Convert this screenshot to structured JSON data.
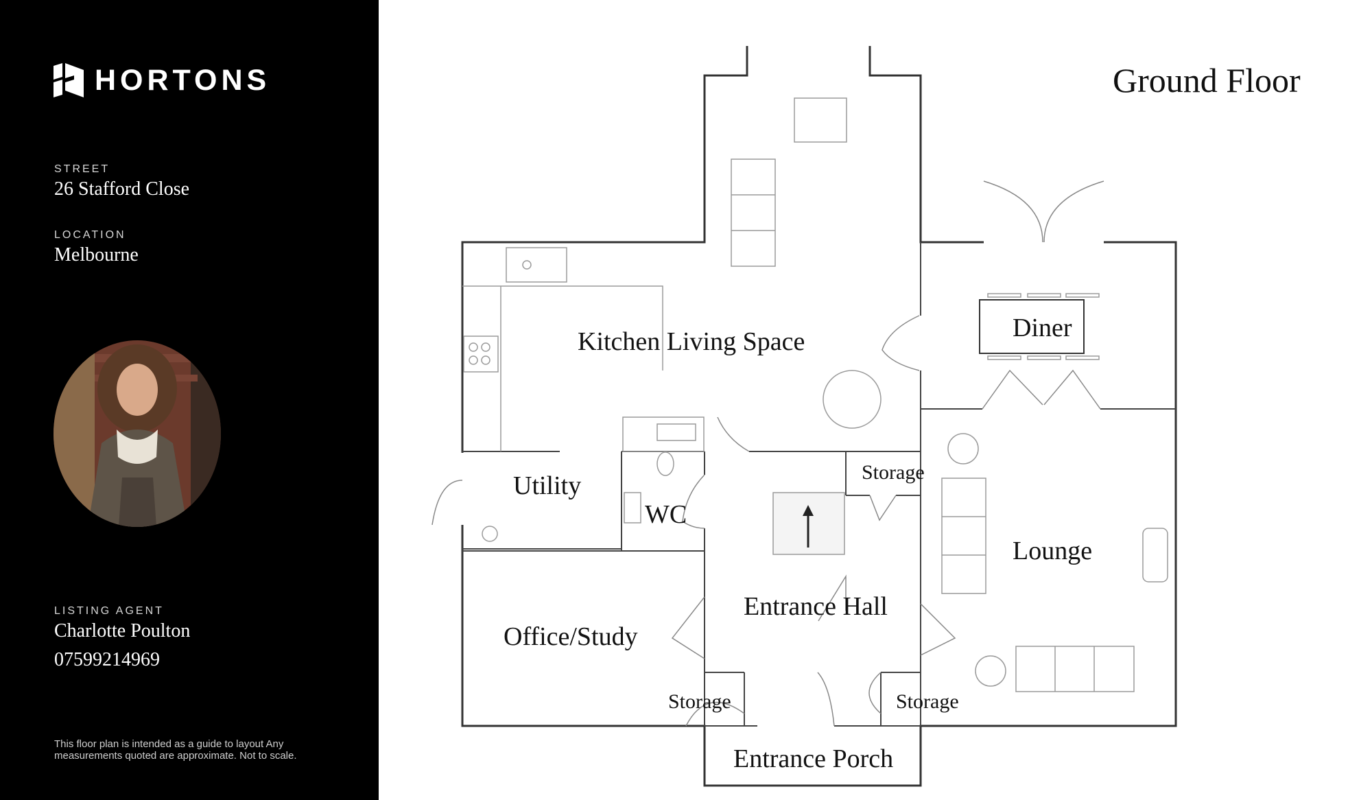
{
  "brand": {
    "name": "HORTONS"
  },
  "property": {
    "street_label": "STREET",
    "street": "26 Stafford Close",
    "location_label": "LOCATION",
    "location": "Melbourne"
  },
  "agent": {
    "label": "LISTING AGENT",
    "name": "Charlotte Poulton",
    "phone": "07599214969"
  },
  "disclaimer": "This floor plan is intended  as a guide to layout Any measurements quoted are approximate. Not to scale.",
  "floor": {
    "title": "Ground Floor",
    "rooms": {
      "kitchen": "Kitchen Living Space",
      "diner": "Diner",
      "utility": "Utility",
      "wc": "WC",
      "storage_top": "Storage",
      "lounge": "Lounge",
      "entrance_hall": "Entrance Hall",
      "office": "Office/Study",
      "storage_left": "Storage",
      "storage_right": "Storage",
      "porch": "Entrance Porch"
    }
  },
  "colors": {
    "sidebar": "#000000",
    "wall": "#333333",
    "line": "#8a8a8a",
    "text": "#111111"
  },
  "icons": [
    "logo-mark",
    "avatar-photo",
    "sink",
    "hob",
    "toilet",
    "basin",
    "sofa",
    "armchair",
    "dining-table",
    "round-table",
    "stairs-arrow",
    "door-swing"
  ]
}
